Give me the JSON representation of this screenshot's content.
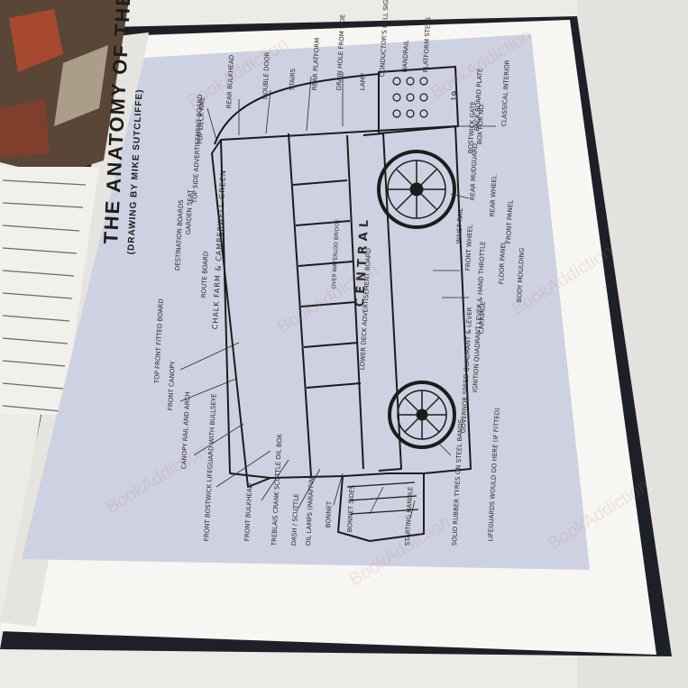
{
  "drawing": {
    "title": "THE ANATOMY OF THE MOTOR BUS",
    "subtitle": "(DRAWING BY MIKE SUTCLIFFE)",
    "labels": [
      "TOP FRONT FITTED BOARD",
      "FRONT CANOPY",
      "CANOPY RAIL AND ARCH",
      "FRONT BOSTWICK LIFEGUARD WITH BULLSEYE",
      "FRONT BULKHEAD",
      "TREBLAIS CRANK SCUTTLE OIL BOX",
      "DASH / SCUTTLE",
      "OIL LAMPS (PARAFFIN)",
      "BONNET",
      "BONNET SIDES",
      "STARTING HANDLE",
      "SOLID RUBBER TYRES ON STEEL BANDS",
      "LIFEGUARDS WOULD GO HERE (IF FITTED)",
      "GOVERNOR SPEED QUADRANT & LEVER",
      "IGNITION QUADRANT LEVER & HAND THROTTLE",
      "CARRIAGE",
      "BODY MOULDING",
      "FLOOR PANEL",
      "FRONT WHEEL",
      "REAR WHEEL",
      "FRONT PANEL",
      "REAR MUDGUARD",
      "BOSTWICK GATE",
      "BOX FOR NO.",
      "TOP DECK RAIL",
      "TOP SIDE ADVERTISEMENT BOARD",
      "GARDEN SEAT",
      "DESTINATION BOARDS",
      "ROUTE BOARD",
      "LOWER DECK ADVERTISEMENT BOARD",
      "WAIST RAIL",
      "REAR BULKHEAD",
      "DOUBLE DOOR",
      "STAIRS",
      "REAR PLATFORM",
      "BACK BOARD PLATE",
      "CLASSICAL INTERIOR",
      "DRAIN HOLE FROM SIDE",
      "LAMP",
      "CONDUCTOR'S BELL SIGNAL",
      "HANDRAIL",
      "PLATFORM STEPS"
    ],
    "side_text": "CENTRAL",
    "board_text": "CHALK FARM & CAMBERWELL GREEN",
    "lower_board_text": "OVER WATERLOO BRIDGE",
    "corner_number": "19"
  },
  "colors": {
    "page": "#f7f6f2",
    "drawing_bg": "#ced1e1",
    "cover": "#1d2127",
    "ink": "#1c1c1c",
    "background": "#ecebe8"
  },
  "watermark_text": "BookAddiction"
}
